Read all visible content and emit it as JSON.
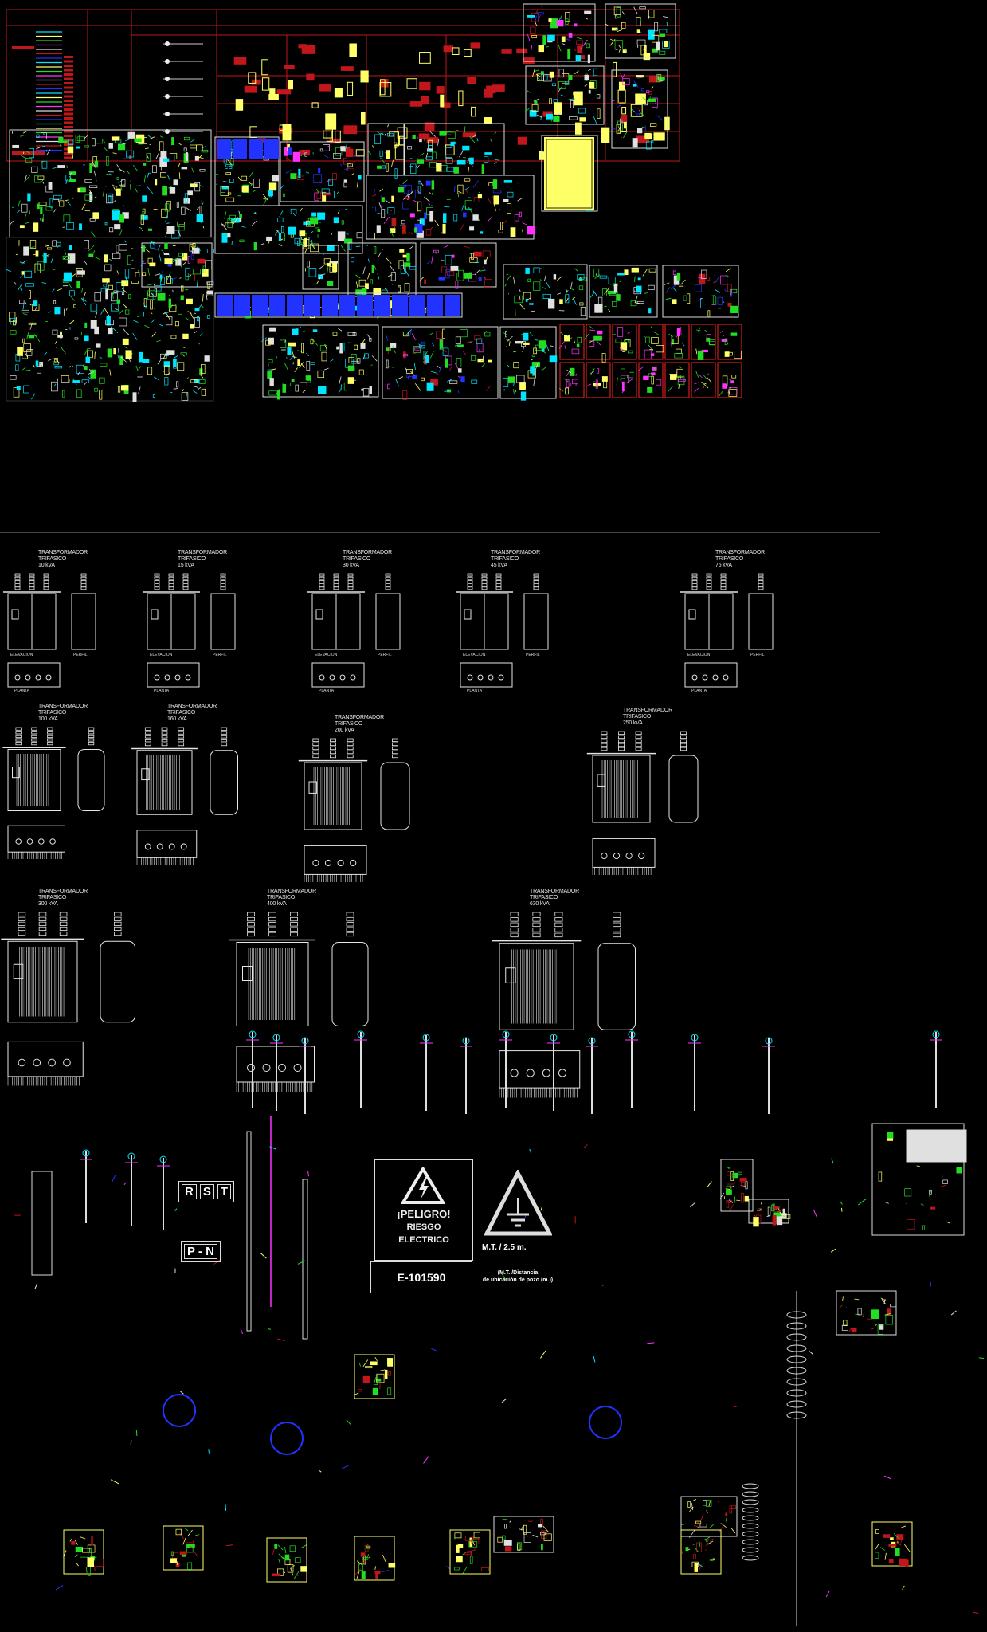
{
  "transformers": [
    {
      "line1": "TRANSFORMADOR",
      "line2": "TRIFASICO",
      "rating": "10 kVA"
    },
    {
      "line1": "TRANSFORMADOR",
      "line2": "TRIFASICO",
      "rating": "15 kVA"
    },
    {
      "line1": "TRANSFORMADOR",
      "line2": "TRIFASICO",
      "rating": "30 kVA"
    },
    {
      "line1": "TRANSFORMADOR",
      "line2": "TRIFASICO",
      "rating": "45 kVA"
    },
    {
      "line1": "TRANSFORMADOR",
      "line2": "TRIFASICO",
      "rating": "75 kVA"
    },
    {
      "line1": "TRANSFORMADOR",
      "line2": "TRIFASICO",
      "rating": "100 kVA"
    },
    {
      "line1": "TRANSFORMADOR",
      "line2": "TRIFASICO",
      "rating": "160 kVA"
    },
    {
      "line1": "TRANSFORMADOR",
      "line2": "TRIFASICO",
      "rating": "200 kVA"
    },
    {
      "line1": "TRANSFORMADOR",
      "line2": "TRIFASICO",
      "rating": "250 kVA"
    },
    {
      "line1": "TRANSFORMADOR",
      "line2": "TRIFASICO",
      "rating": "300 kVA"
    },
    {
      "line1": "TRANSFORMADOR",
      "line2": "TRIFASICO",
      "rating": "400 kVA"
    },
    {
      "line1": "TRANSFORMADOR",
      "line2": "TRIFASICO",
      "rating": "630 kVA"
    }
  ],
  "view_labels": {
    "front": "ELEVACION",
    "side": "PERFIL",
    "plan": "PLANTA"
  },
  "signs": {
    "danger_title": "¡PELIGRO!",
    "danger_line2": "RIESGO",
    "danger_line3": "ELECTRICO",
    "code": "E-101590",
    "phase_plate": [
      "R",
      "S",
      "T"
    ],
    "neutral_plate": "P - N",
    "ground_sign_label": "M.T.  /  2.5  m.",
    "ground_caption_1": "(M.T. /Distancia",
    "ground_caption_2": "de ubicación de pozo (m.))"
  },
  "colors": {
    "background": "#000000",
    "frame_red": "#c0161c",
    "block_yellow": "#ffff66",
    "line_white": "#e0e0e0",
    "cyan": "#00e5ff",
    "green": "#22dd22",
    "magenta": "#ff33ff",
    "blue": "#2233ff"
  }
}
